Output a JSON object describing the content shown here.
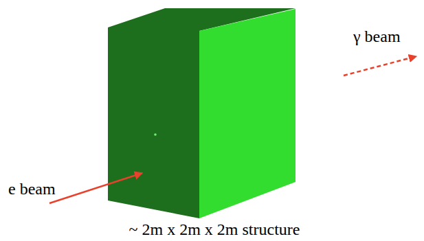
{
  "diagram": {
    "caption": "~ 2m x 2m x 2m structure",
    "labels": [
      "e beam",
      "γ beam"
    ]
  }
}
